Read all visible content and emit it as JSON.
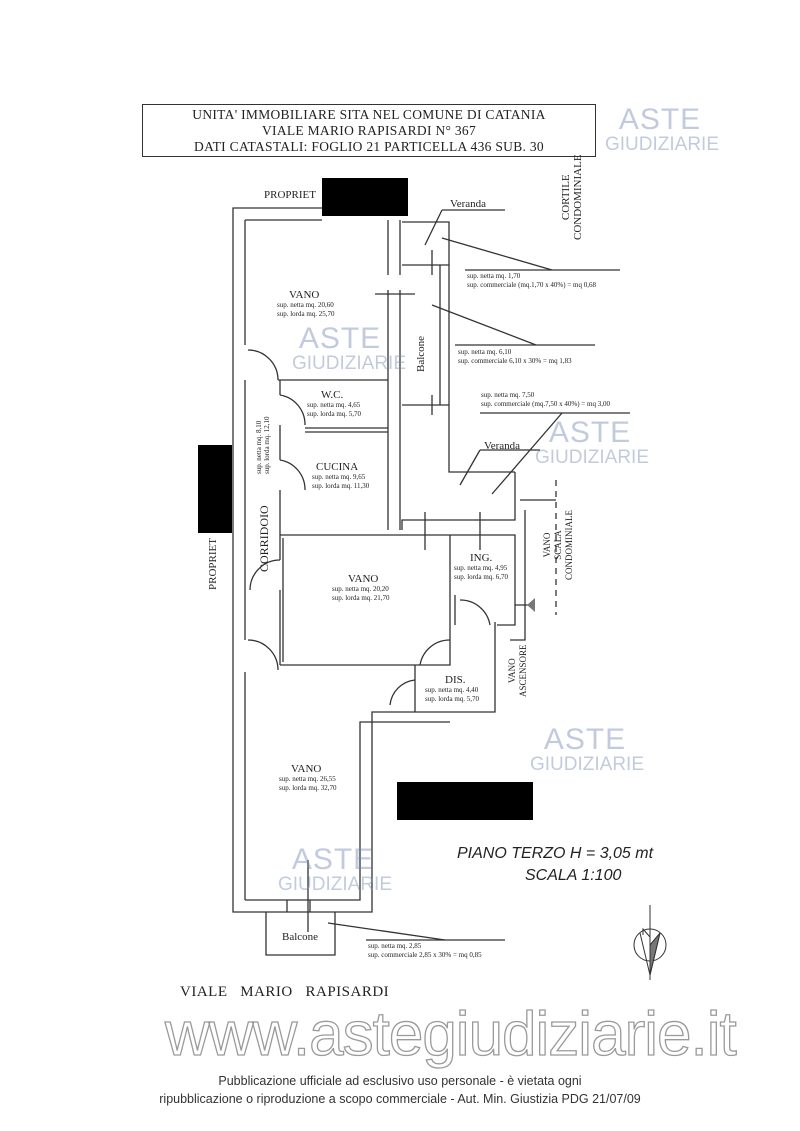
{
  "header": {
    "line1": "UNITA' IMMOBILIARE SITA NEL COMUNE DI CATANIA",
    "line2": "VIALE MARIO RAPISARDI N° 367",
    "line3": "DATI CATASTALI: FOGLIO 21 PARTICELLA 436 SUB. 30"
  },
  "labels": {
    "propriet_top": "PROPRIET",
    "propriet_left": "PROPRIET",
    "cortile1": "CORTILE",
    "cortile2": "CONDOMINIALE",
    "veranda_top": "Veranda",
    "veranda_mid": "Veranda",
    "balcone_side": "Balcone",
    "balcone_bottom": "Balcone",
    "corridoio": "CORRIDOIO",
    "corridoio_netta": "sup. netta mq. 8,10",
    "corridoio_lorda": "sup. lorda mq. 12,10",
    "vano_scala1": "VANO",
    "vano_scala2": "SCALA",
    "vano_scala3": "CONDOMINIALE",
    "vano_asc1": "VANO",
    "vano_asc2": "ASCENSORE",
    "street": "VIALE   MARIO   RAPISARDI"
  },
  "rooms": [
    {
      "name": "VANO",
      "netta": "sup. netta mq. 20,60",
      "lorda": "sup. lorda mq. 25,70"
    },
    {
      "name": "W.C.",
      "netta": "sup. netta mq. 4,65",
      "lorda": "sup. lorda mq. 5,70"
    },
    {
      "name": "CUCINA",
      "netta": "sup. netta mq.   9,65",
      "lorda": "sup. lorda mq. 11,30"
    },
    {
      "name": "VANO",
      "netta": "sup. netta mq. 20,20",
      "lorda": "sup. lorda mq. 21,70"
    },
    {
      "name": "ING.",
      "netta": "sup. netta mq. 4,95",
      "lorda": "sup. lorda mq. 6,70"
    },
    {
      "name": "DIS.",
      "netta": "sup. netta mq. 4,40",
      "lorda": "sup. lorda mq. 5,70"
    },
    {
      "name": "VANO",
      "netta": "sup. netta mq. 26,55",
      "lorda": "sup. lorda mq. 32,70"
    }
  ],
  "annotations": [
    {
      "netta": "sup. netta mq. 1,70",
      "comm": "sup. commerciale (mq.1,70 x 40%) = mq  0,68"
    },
    {
      "netta": "sup. netta mq. 6,10",
      "comm": "sup. commerciale 6,10 x 30% = mq  1,83"
    },
    {
      "netta": "sup. netta mq. 7,50",
      "comm": "sup. commerciale (mq.7,50 x 40%) = mq  3,00"
    },
    {
      "netta": "sup. netta mq. 2,85",
      "comm": "sup. commerciale 2,85 x 30% = mq  0,85"
    }
  ],
  "plan": {
    "floor": "PIANO  TERZO    H = 3,05 mt",
    "scale": "SCALA 1:100"
  },
  "watermark": {
    "aste": "ASTE",
    "giudiziarie": "GIUDIZIARIE",
    "url": "www.astegiudiziarie.it"
  },
  "footer": {
    "line1": "Pubblicazione ufficiale ad esclusivo uso personale - è vietata ogni",
    "line2": "ripubblicazione o riproduzione a scopo commerciale - Aut. Min. Giustizia PDG 21/07/09"
  }
}
